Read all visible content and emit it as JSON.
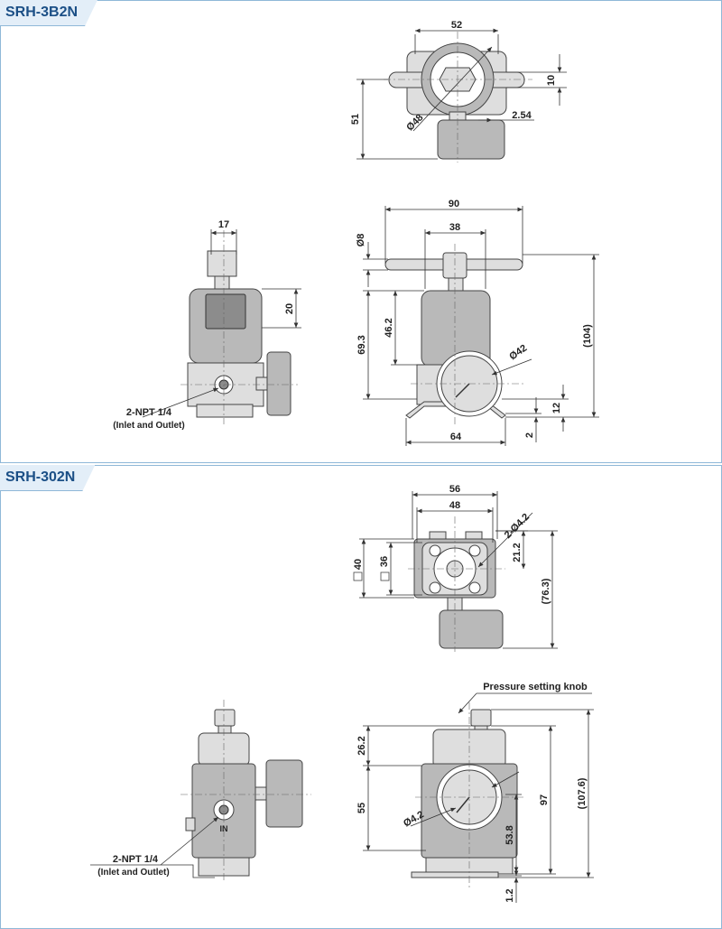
{
  "sections": [
    {
      "title": "SRH-3B2N"
    },
    {
      "title": "SRH-302N"
    }
  ],
  "srh3b2n": {
    "top_view": {
      "d52": "52",
      "d10": "10",
      "d51": "51",
      "d48": "Ø48",
      "d254": "2.54"
    },
    "side_view": {
      "d17": "17",
      "d20": "20",
      "port_label": "2-NPT 1/4",
      "port_note": "(Inlet and Outlet)"
    },
    "front_view": {
      "d90": "90",
      "d38": "38",
      "d8": "Ø8",
      "d462": "46.2",
      "d693": "69.3",
      "d42": "Ø42",
      "d104": "(104)",
      "d12": "12",
      "d2": "2",
      "d64": "64"
    }
  },
  "srh302n": {
    "top_view": {
      "d56": "56",
      "d48": "48",
      "d242": "2-Ø4.2",
      "d40": "40",
      "d36": "36",
      "d212": "21.2",
      "d763": "(76.3)"
    },
    "side_view": {
      "port_label": "2-NPT 1/4",
      "port_note": "(Inlet and Outlet)",
      "in_mark": "IN"
    },
    "front_view": {
      "knob_label": "Pressure setting knob",
      "d262": "26.2",
      "d55": "55",
      "d42": "Ø4.2",
      "d538": "53.8",
      "d97": "97",
      "d1076": "(107.6)",
      "d12": "1.2"
    }
  },
  "colors": {
    "tab_bg": "#e3eef8",
    "tab_text": "#1b4f86",
    "border": "#8fb8d8",
    "body": "#b9b9b9",
    "dark": "#8c8c8c"
  }
}
